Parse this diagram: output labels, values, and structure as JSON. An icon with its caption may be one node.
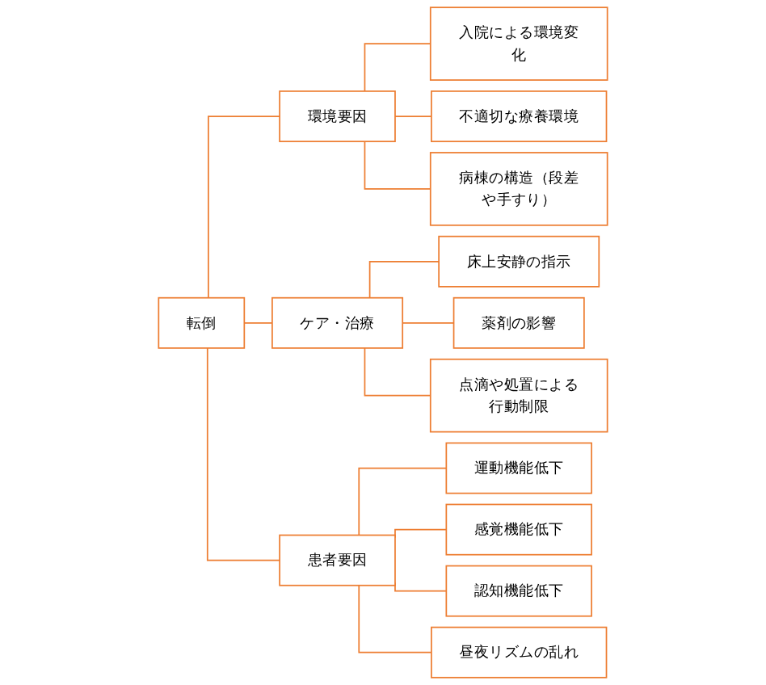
{
  "diagram": {
    "nodes": [
      {
        "text": [
          "転倒"
        ]
      },
      {
        "text": [
          "環境要因"
        ]
      },
      {
        "text": [
          "入院による環境変化"
        ]
      },
      {
        "text": [
          "不適切な療養環境"
        ]
      },
      {
        "text": [
          "病棟の構造（段差や手すり）"
        ]
      },
      {
        "text": [
          "ケア・治療"
        ]
      },
      {
        "text": [
          "床上安静の指示"
        ]
      },
      {
        "text": [
          "薬剤の影響"
        ]
      },
      {
        "text": [
          "点滴や処置による行動制限"
        ]
      },
      {
        "text": [
          "患者要因"
        ]
      },
      {
        "text": [
          "運動機能低下"
        ]
      },
      {
        "text": [
          "感覚機能低下"
        ]
      },
      {
        "text": [
          "認知機能低下"
        ]
      },
      {
        "text": [
          "昼夜リズムの乱れ"
        ]
      }
    ],
    "edges": [
      {
        "from": 0,
        "to": 1,
        "arrow": "none"
      },
      {
        "from": 0,
        "to": 5,
        "arrow": "none"
      },
      {
        "from": 0,
        "to": 9,
        "arrow": "none"
      },
      {
        "from": 1,
        "to": 2,
        "arrow": "none"
      },
      {
        "from": 1,
        "to": 3,
        "arrow": "none"
      },
      {
        "from": 1,
        "to": 4,
        "arrow": "none"
      },
      {
        "from": 5,
        "to": 6,
        "arrow": "none"
      },
      {
        "from": 5,
        "to": 7,
        "arrow": "none"
      },
      {
        "from": 5,
        "to": 8,
        "arrow": "none"
      },
      {
        "from": 9,
        "to": 10,
        "arrow": "none"
      },
      {
        "from": 9,
        "to": 11,
        "arrow": "none"
      },
      {
        "from": 9,
        "to": 12,
        "arrow": "none"
      },
      {
        "from": 9,
        "to": 13,
        "arrow": "none"
      }
    ]
  }
}
